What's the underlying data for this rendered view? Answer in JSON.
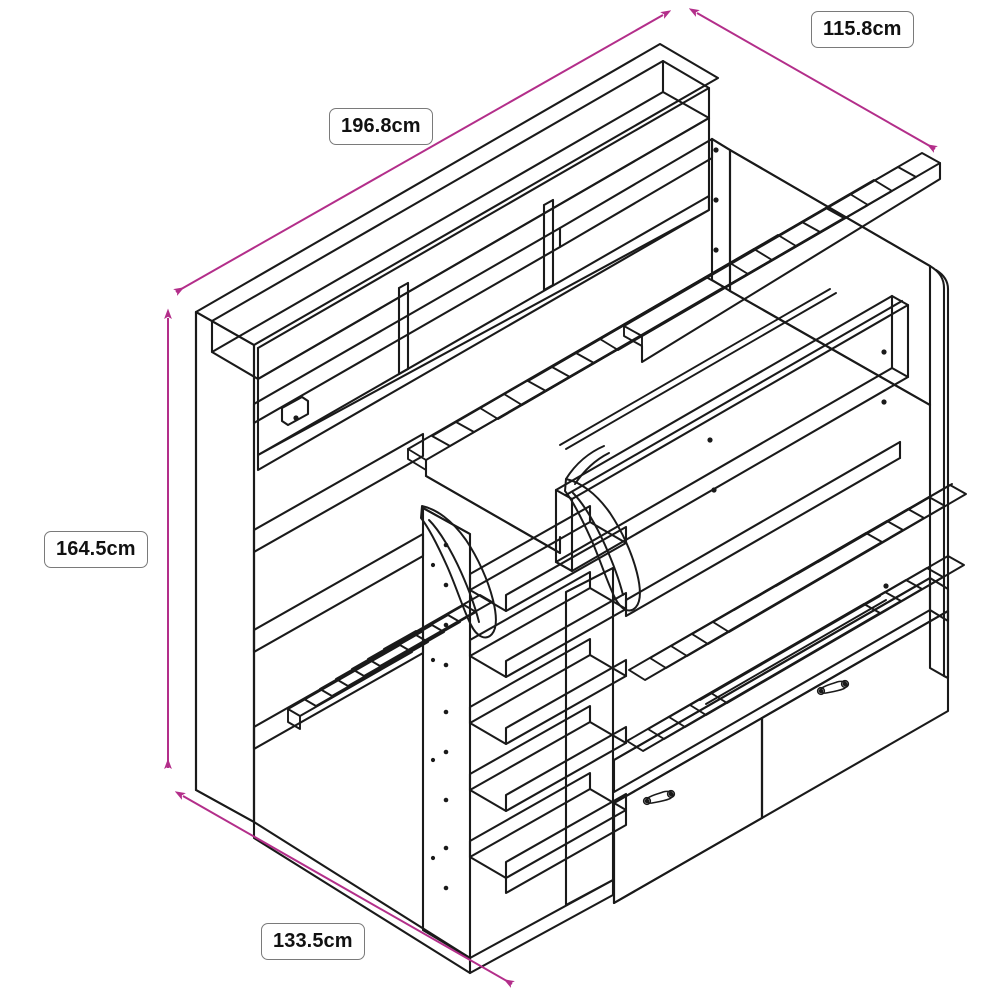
{
  "page": {
    "background_color": "#ffffff",
    "title": "Bunk bed dimension diagram",
    "view": "isometric line drawing"
  },
  "style": {
    "dimension_color": "#b32e8a",
    "line_color": "#1a1a1a",
    "label_border_color": "#7a7a7a",
    "label_text_color": "#111111",
    "label_fill_color": "#ffffff"
  },
  "dimensions": {
    "length": {
      "label": "196.8cm",
      "axis": "length",
      "orientation": "diagonal-up-right"
    },
    "width": {
      "label": "115.8cm",
      "axis": "width",
      "orientation": "diagonal-down-right"
    },
    "height": {
      "label": "164.5cm",
      "axis": "height",
      "orientation": "vertical"
    },
    "depth": {
      "label": "133.5cm",
      "axis": "depth",
      "orientation": "diagonal-down-right"
    }
  },
  "product": {
    "type": "bunk-bed",
    "features": [
      "upper bunk with slatted base",
      "lower bunk with slatted base",
      "headboard shelf unit with dividers",
      "wide-step ladder with handrails",
      "safety guardrail on upper bunk",
      "two under-bed storage drawers"
    ],
    "drawers": {
      "count": 2,
      "handle_style": "bow-handle"
    },
    "ladder": {
      "steps": 5,
      "handrails": 2
    },
    "shelf": {
      "compartments": 3
    }
  }
}
